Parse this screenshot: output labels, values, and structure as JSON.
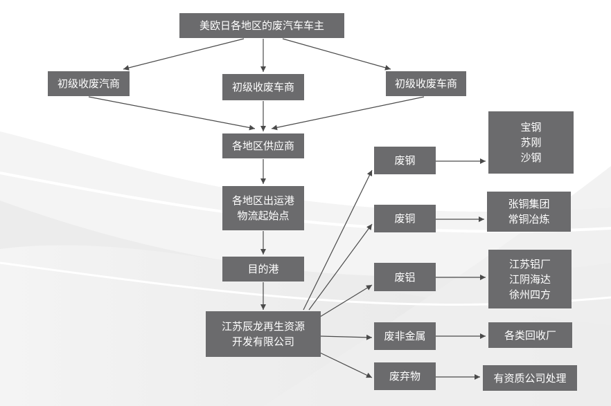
{
  "diagram": {
    "owner": "美欧日各地区的废汽车车主",
    "dealer_scrap_car": "初级收废汽商",
    "dealer_scrap_vehicle_mid": "初级收废车商",
    "dealer_scrap_vehicle_right": "初级收废车商",
    "regional_supplier": "各地区供应商",
    "departure_port": "各地区出运港\n物流起始点",
    "destination_port": "目的港",
    "company": "江苏辰龙再生资源\n开发有限公司",
    "scrap_steel": "废钢",
    "scrap_copper": "废铜",
    "scrap_aluminum": "废铝",
    "scrap_nonferrous": "废非金属",
    "waste": "废弃物",
    "steel_buyers": "宝钢\n苏刚\n沙钢",
    "copper_buyers": "张铜集团\n常铜冶炼",
    "aluminum_buyers": "江苏铝厂\n江阴海达\n徐州四方",
    "recycling_plants": "各类回收厂",
    "qualified_disposal": "有资质公司处理"
  },
  "colors": {
    "box": "#6b6b6d",
    "text": "#ffffff",
    "arrow": "#4a4a4a"
  }
}
